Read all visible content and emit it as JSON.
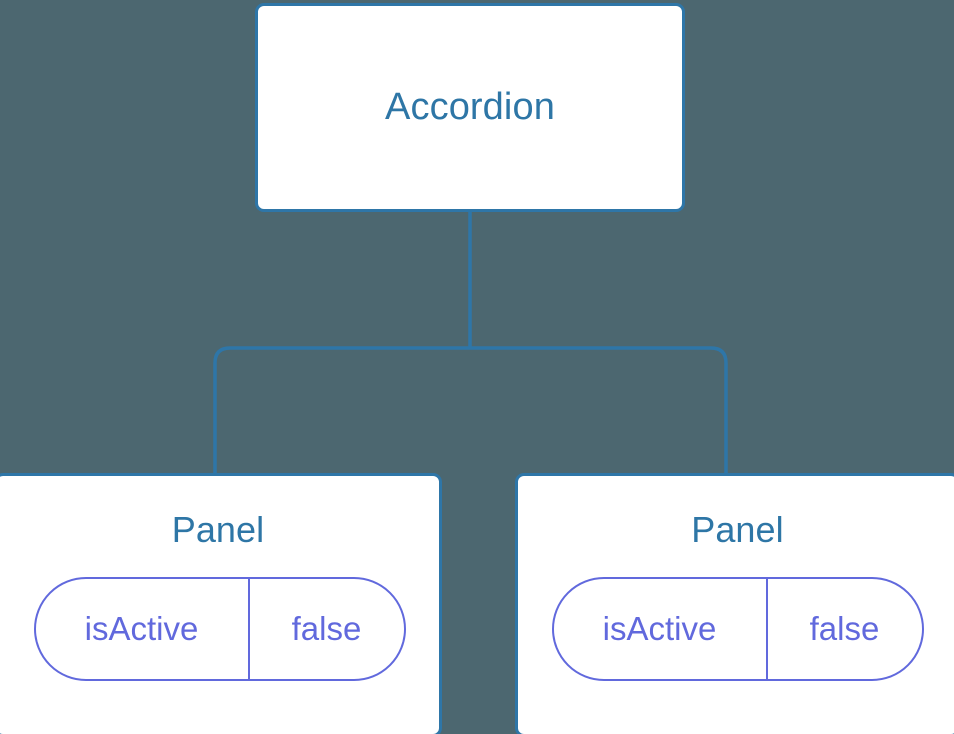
{
  "diagram": {
    "type": "component-tree",
    "background_color": "#4c6770",
    "node_border_color": "#2e76a8",
    "node_fill_color": "#ffffff",
    "node_title_color": "#2e76a6",
    "prop_color": "#6169dd",
    "connector_color": "#2e76a8",
    "root": {
      "title": "Accordion"
    },
    "children": [
      {
        "title": "Panel",
        "prop_key": "isActive",
        "prop_value": "false"
      },
      {
        "title": "Panel",
        "prop_key": "isActive",
        "prop_value": "false"
      }
    ]
  }
}
